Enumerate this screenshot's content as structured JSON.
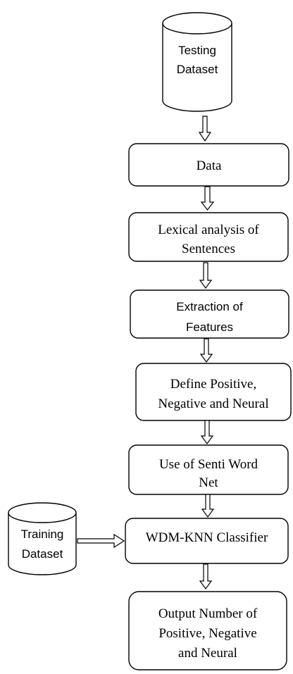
{
  "diagram": {
    "testing_dataset": [
      "Testing",
      "Dataset"
    ],
    "training_dataset": [
      "Training",
      "Dataset"
    ],
    "steps": [
      [
        "Data"
      ],
      [
        "Lexical analysis of",
        "Sentences"
      ],
      [
        "Extraction of",
        "Features"
      ],
      [
        "Define Positive,",
        "Negative and Neural"
      ],
      [
        "Use of Senti Word",
        "Net"
      ],
      [
        "WDM-KNN Classifier"
      ],
      [
        "Output Number of",
        "Positive, Negative",
        "and Neural"
      ]
    ]
  }
}
